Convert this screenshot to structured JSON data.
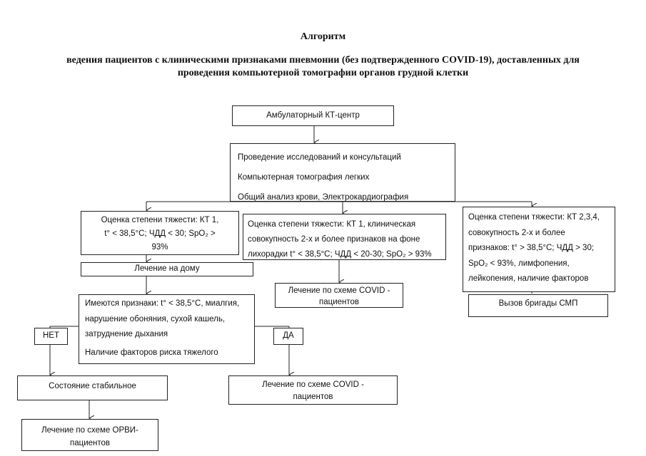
{
  "title": "Алгоритм",
  "subtitle_line1": "ведения пациентов с клиническими признаками пневмонии (без подтвержденного COVID-19), доставленных для",
  "subtitle_line2": "проведения компьютерной томографии органов грудной клетки",
  "nodes": {
    "ct_center": "Амбулаторный КТ-центр",
    "exams": [
      "Проведение исследований и консультаций",
      "Компьютерная томография легких",
      "Общий анализ крови, Электрокардиография"
    ],
    "mild": [
      "Оценка степени тяжести: КТ 1,",
      "t° < 38,5°C; ЧДД < 30; SpO₂ >",
      "93%"
    ],
    "moderate": [
      "Оценка степени тяжести: КТ 1, клиническая",
      "совокупность 2-х и более признаков на фоне",
      "лихорадки t° < 38,5°C; ЧДД < 20-30; SpO₂ > 93%"
    ],
    "severe": [
      "Оценка степени тяжести: КТ 2,3,4,",
      "совокупность 2-х и более",
      "признаков: t° > 38,5°C; ЧДД > 30;",
      "SpO₂ < 93%, лимфопения,",
      "лейкопения, наличие факторов"
    ],
    "home": "Лечение на дому",
    "signs": [
      "Имеются признаки: t° < 38,5°C, миалгия,",
      "нарушение обоняния, сухой кашель,",
      "затруднение дыхания",
      "Наличие факторов риска тяжелого"
    ],
    "no": "НЕТ",
    "yes": "ДА",
    "stable": "Состояние стабильное",
    "covid_mid": [
      "Лечение по схеме COVID -",
      "пациентов"
    ],
    "covid_yes": [
      "Лечение по схеме COVID -",
      "пациентов"
    ],
    "orvi": [
      "Лечение по схеме ОРВИ-",
      "пациентов"
    ],
    "ambulance": "Вызов бригады СМП"
  }
}
